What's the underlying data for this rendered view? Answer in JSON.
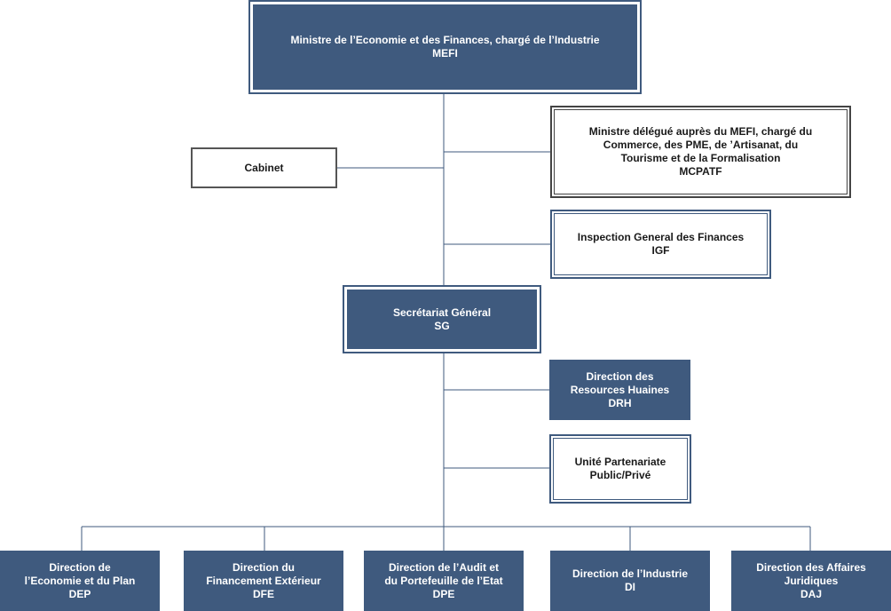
{
  "nodes": {
    "mefi": {
      "line1": "Ministre de l’Economie et des Finances, chargé de l’Industrie",
      "line2": "MEFI"
    },
    "mcpatf": {
      "line1": "Ministre délégué auprès du MEFI, chargé du",
      "line2": "Commerce, des PME, de ’Artisanat, du",
      "line3": "Tourisme et de la Formalisation",
      "line4": "MCPATF"
    },
    "cabinet": {
      "line1": "Cabinet"
    },
    "igf": {
      "line1": "Inspection General des Finances",
      "line2": "IGF"
    },
    "sg": {
      "line1": "Secrétariat Général",
      "line2": "SG"
    },
    "drh": {
      "line1": "Direction des",
      "line2": "Resources Huaines",
      "line3": "DRH"
    },
    "upp": {
      "line1": "Unité Partenariate",
      "line2": "Public/Privé"
    },
    "dep": {
      "line1": "Direction de",
      "line2": "l’Economie et du Plan",
      "line3": "DEP"
    },
    "dfe": {
      "line1": "Direction du",
      "line2": "Financement Extérieur",
      "line3": "DFE"
    },
    "dpe": {
      "line1": "Direction de l’Audit et",
      "line2": "du Portefeuille de l’Etat",
      "line3": "DPE"
    },
    "di": {
      "line1": "Direction de l’Industrie",
      "line2": "DI"
    },
    "daj": {
      "line1": "Direction des Affaires",
      "line2": "Juridiques",
      "line3": "DAJ"
    }
  },
  "colors": {
    "primary": "#3f5a7e",
    "line": "#3f5a7e"
  }
}
